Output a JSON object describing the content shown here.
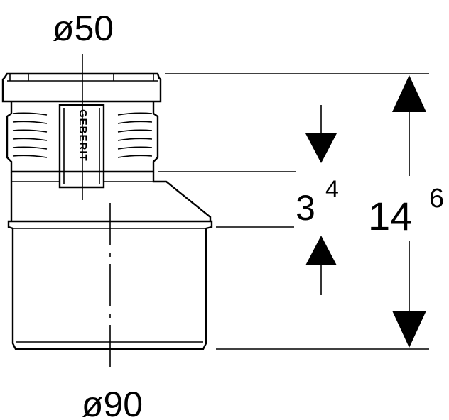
{
  "drawing": {
    "top_diameter": "ø50",
    "bottom_diameter": "ø90",
    "offset_dimension": {
      "value": "3",
      "superscript": "4"
    },
    "height_dimension": {
      "value": "14",
      "superscript": "6"
    },
    "brand_logo": "GEBERIT"
  },
  "colors": {
    "ink": "#000000",
    "background": "#ffffff"
  }
}
